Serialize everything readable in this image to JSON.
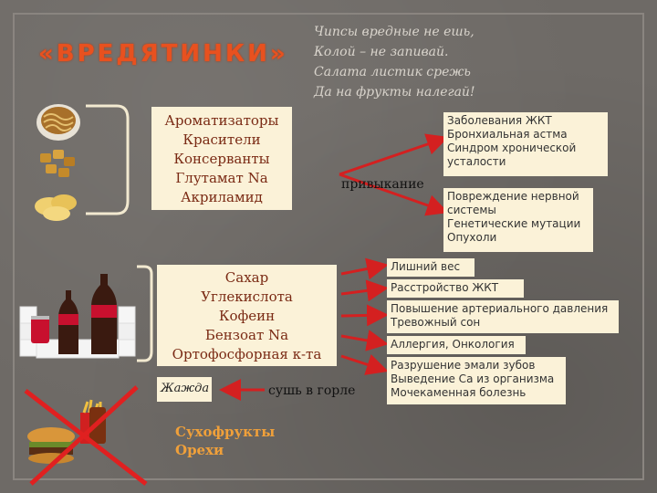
{
  "title": "«ВРЕДЯТИНКИ»",
  "poem": [
    "Чипсы вредные не ешь,",
    "Колой – не запивай.",
    "Салата листик срежь",
    "Да на фрукты налегай!"
  ],
  "group1": [
    "Ароматизаторы",
    "Красители",
    "Консерванты",
    "Глутамат Na",
    "Акриламид"
  ],
  "middle_label": "привыкание",
  "effects1": [
    "Заболевания ЖКТ",
    "Бронхиальная астма",
    "Синдром хронической усталости"
  ],
  "effects2": [
    "Повреждение нервной системы",
    "Генетические мутации",
    "Опухоли"
  ],
  "group2": [
    "Сахар",
    "Углекислота",
    "Кофеин",
    "Бензоат Na",
    "Ортофосфорная к-та"
  ],
  "effects3": [
    [
      "Лишний вес"
    ],
    [
      "Расстройство ЖКТ"
    ],
    [
      "Повышение артериального давления",
      "Тревожный сон"
    ],
    [
      "Аллергия, Онкология"
    ],
    [
      "Разрушение эмали зубов",
      "Выведение Са из организма",
      "Мочекаменная болезнь"
    ]
  ],
  "thirst": "Жажда",
  "dry_throat": "сушь в горле",
  "alternatives": [
    "Сухофрукты",
    "Орехи"
  ],
  "colors": {
    "title": "#e8511f",
    "arrow": "#d42020",
    "box": "#fbf2d8",
    "bracket": "#f2e9d0",
    "alt_text": "#f0a03a"
  }
}
